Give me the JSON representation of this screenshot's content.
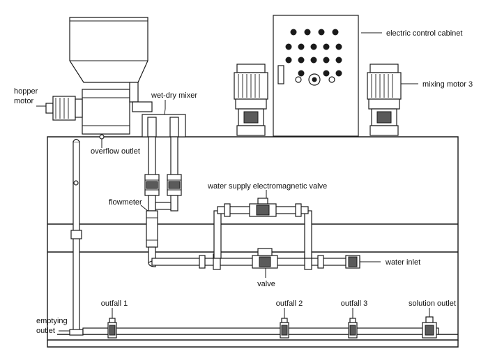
{
  "labels": {
    "electric_control_cabinet": "electric control cabinet",
    "mixing_motor_3": "mixing motor 3",
    "hopper_motor_line1": "hopper",
    "hopper_motor_line2": "motor",
    "wet_dry_mixer": "wet-dry mixer",
    "overflow_outlet": "overflow outlet",
    "water_supply_electromagnetic_valve": "water supply electromagnetic valve",
    "flowmeter": "flowmeter",
    "water_inlet": "water inlet",
    "valve": "valve",
    "outfall_1": "outfall 1",
    "outfall_2": "outfall 2",
    "outfall_3": "outfall 3",
    "solution_outlet": "solution outlet",
    "emptying_outlet_line1": "emptying",
    "emptying_outlet_line2": "outlet"
  },
  "colors": {
    "line": "#1a1a1a",
    "fill": "#ffffff",
    "motor_shade": "#5a5a5a"
  }
}
